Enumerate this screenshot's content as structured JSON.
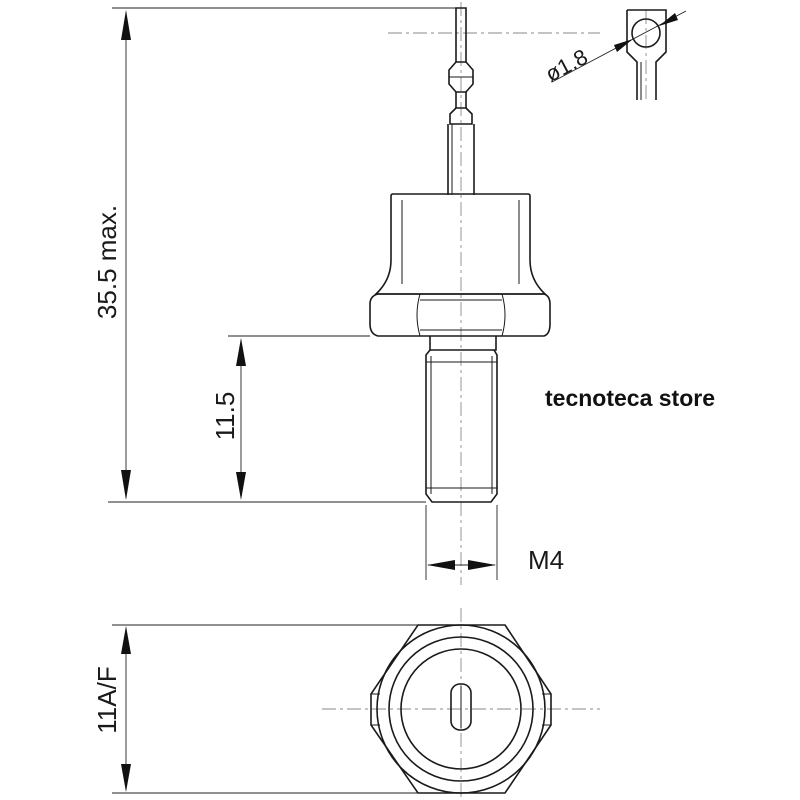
{
  "dimensions": {
    "overall_height": "35.5 max.",
    "thread_length": "11.5",
    "thread_size": "M4",
    "hex_across_flats": "11A/F",
    "terminal_hole": "ø1.8"
  },
  "watermark": "tecnoteca store"
}
